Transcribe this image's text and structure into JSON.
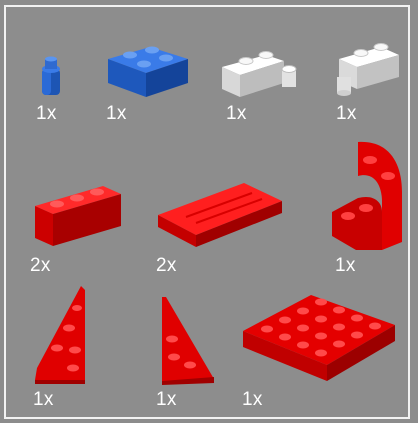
{
  "panel": {
    "title": "",
    "colors": {
      "background": "#8d8d8d",
      "border": "#f2f2f2",
      "text": "#ffffff",
      "blue": "#1f5fc8",
      "white": "#f4f4f4",
      "red": "#e00000"
    }
  },
  "parts": [
    {
      "id": "blue-round-1x1",
      "color": "blue",
      "qty": "1x"
    },
    {
      "id": "blue-brick-2x2",
      "color": "blue",
      "qty": "1x"
    },
    {
      "id": "white-hinge-brick-a",
      "color": "white",
      "qty": "1x"
    },
    {
      "id": "white-hinge-brick-b",
      "color": "white",
      "qty": "1x"
    },
    {
      "id": "red-brick-1x3",
      "color": "red",
      "qty": "2x"
    },
    {
      "id": "red-plate-2x4",
      "color": "red",
      "qty": "2x"
    },
    {
      "id": "red-curved-plate",
      "color": "red",
      "qty": "1x"
    },
    {
      "id": "red-wedge-plate-left",
      "color": "red",
      "qty": "1x"
    },
    {
      "id": "red-wedge-plate-right",
      "color": "red",
      "qty": "1x"
    },
    {
      "id": "red-plate-4x4",
      "color": "red",
      "qty": "1x"
    }
  ]
}
